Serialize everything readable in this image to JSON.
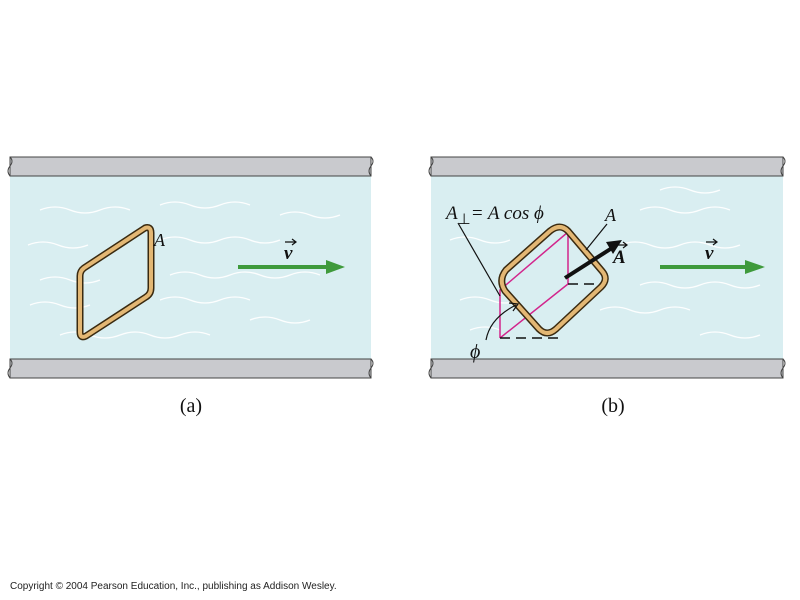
{
  "panels": [
    {
      "id": "a",
      "caption": "(a)",
      "loop_label": "A",
      "velocity_label": "v"
    },
    {
      "id": "b",
      "caption": "(b)",
      "loop_label": "A",
      "area_vector_label": "A",
      "velocity_label": "v",
      "perp_area_equation": {
        "lhs": "A",
        "subscript": "⊥",
        "rhs": "= A cos ϕ"
      },
      "angle_label": "ϕ"
    }
  ],
  "footer": {
    "copyright": "Copyright © 2004 Pearson Education, Inc., publishing as Addison Wesley."
  },
  "colors": {
    "fluid": "#d9eef1",
    "pipe_wall": "#c9cace",
    "loop": "#e3b774",
    "loop_outline": "#3a2a10",
    "velocity_arrow": "#3f9a3c",
    "projection": "#d2258c",
    "area_vector": "#111111"
  }
}
